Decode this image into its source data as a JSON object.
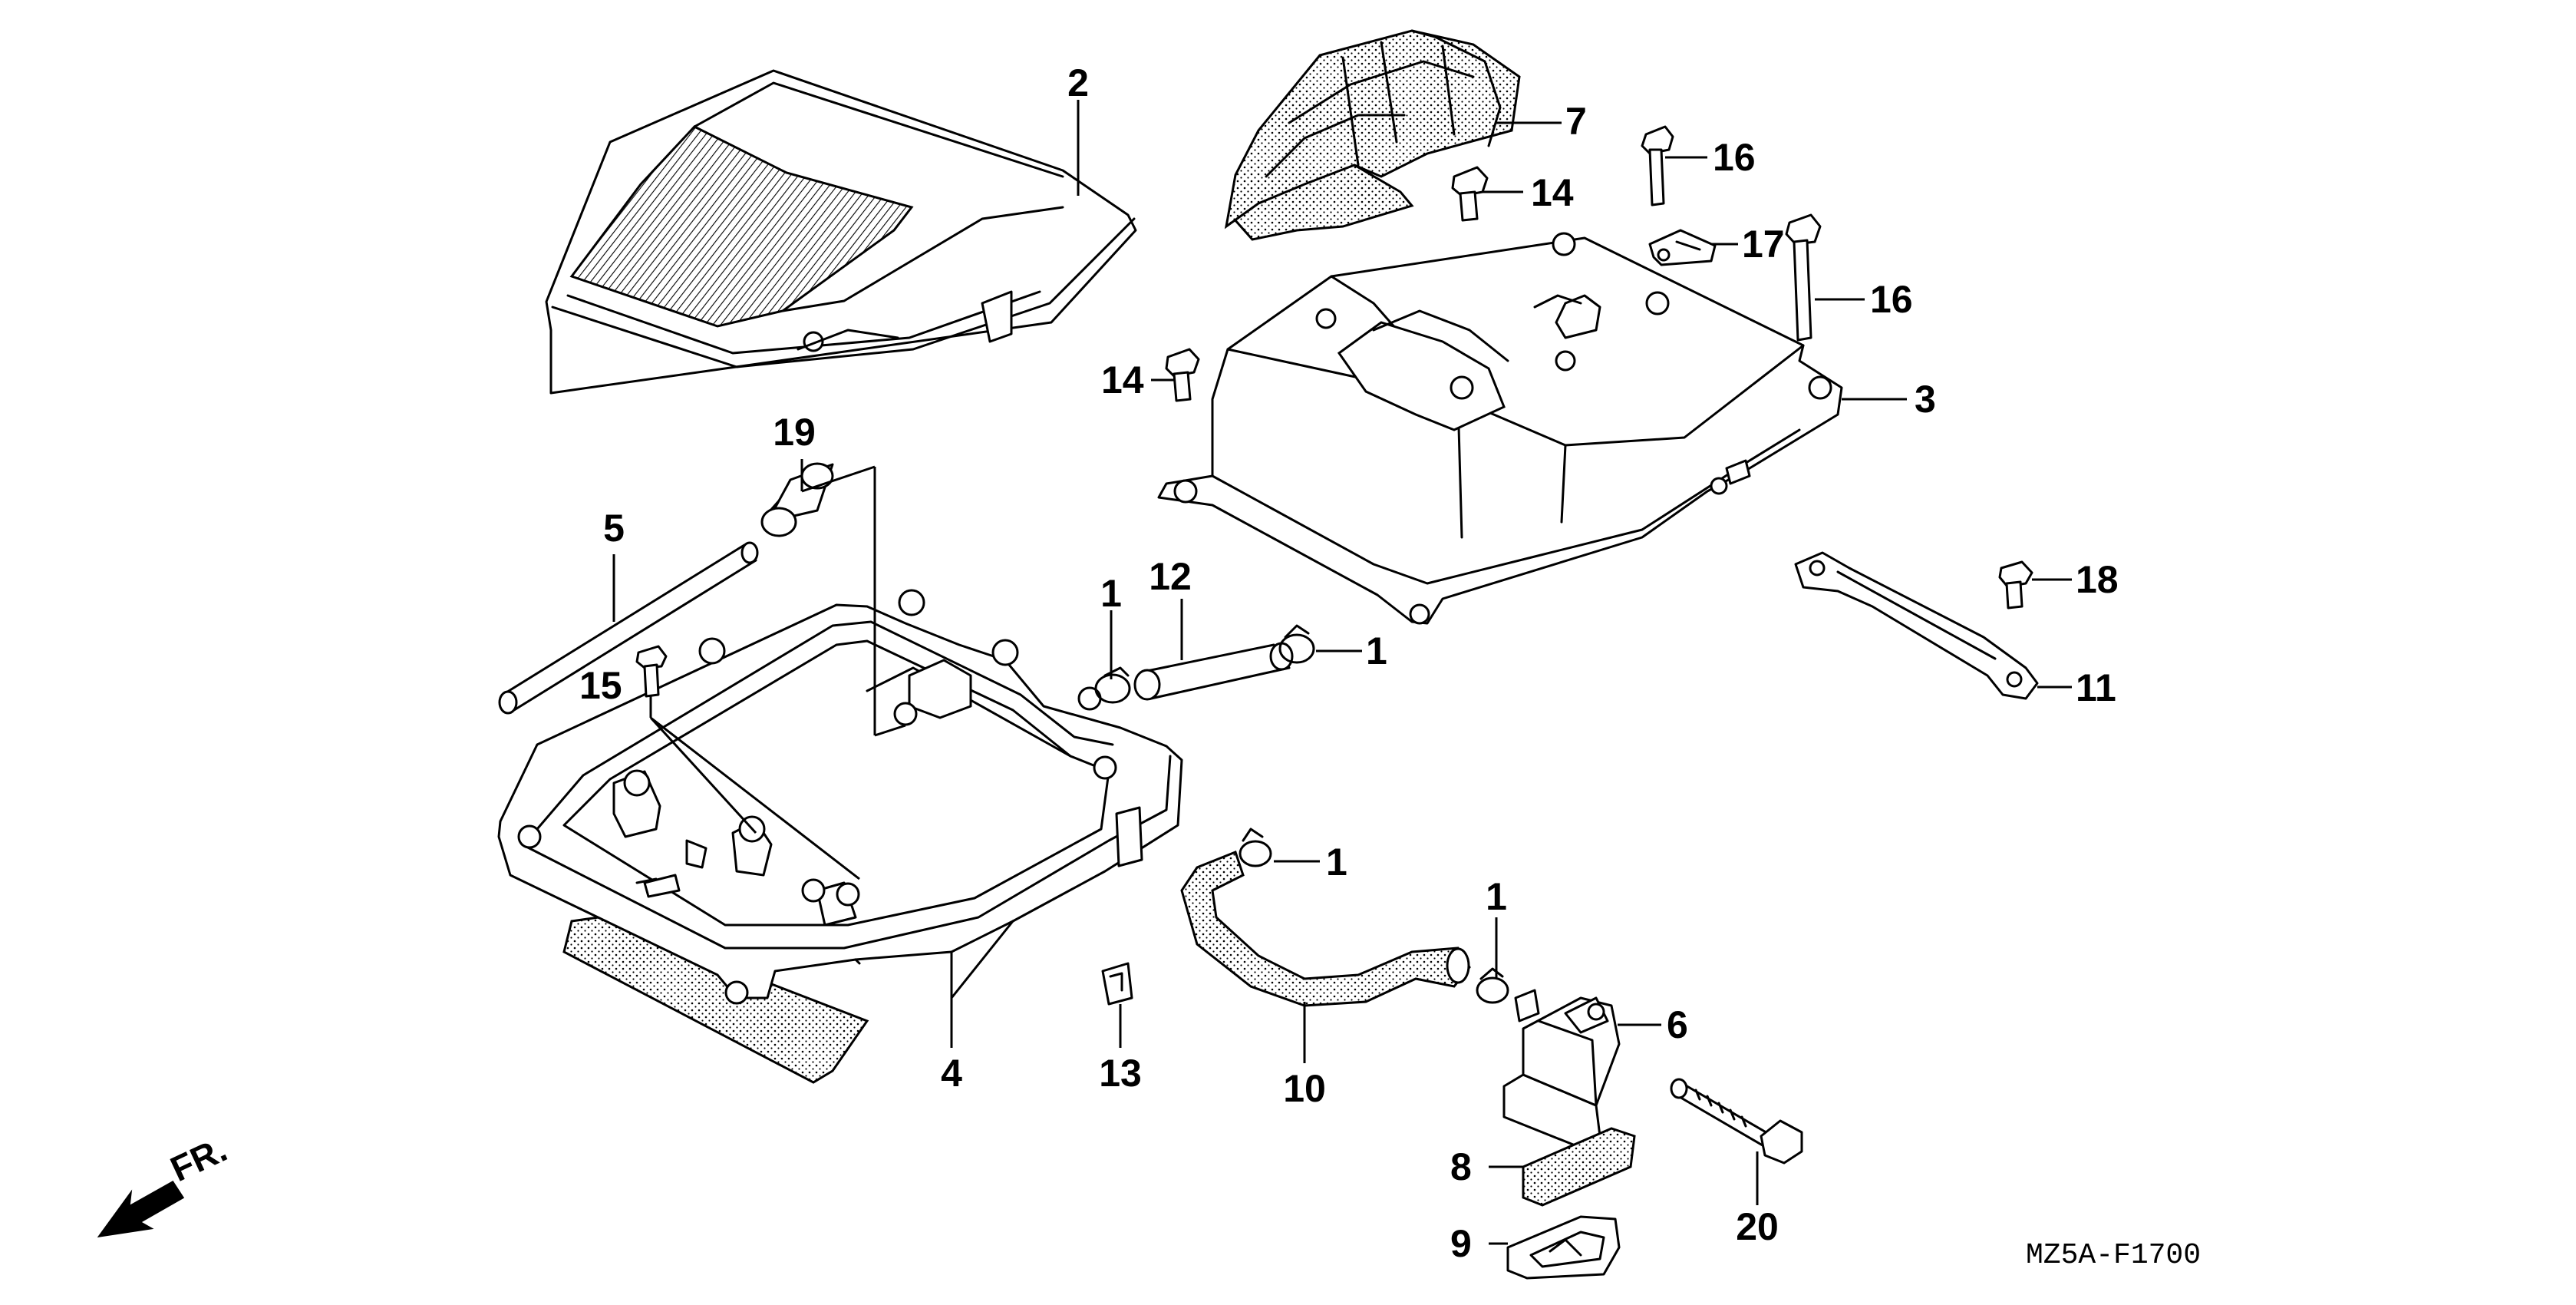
{
  "diagram": {
    "labels": {
      "p1": "1",
      "p2": "2",
      "p3": "3",
      "p4": "4",
      "p5": "5",
      "p6": "6",
      "p7": "7",
      "p8": "8",
      "p9": "9",
      "p10": "10",
      "p11": "11",
      "p12": "12",
      "p13": "13",
      "p14": "14",
      "p15": "15",
      "p16": "16",
      "p17": "17",
      "p18": "18",
      "p19": "19",
      "p20": "20"
    },
    "direction_label": "FR.",
    "code": "MZ5A-F1700"
  }
}
